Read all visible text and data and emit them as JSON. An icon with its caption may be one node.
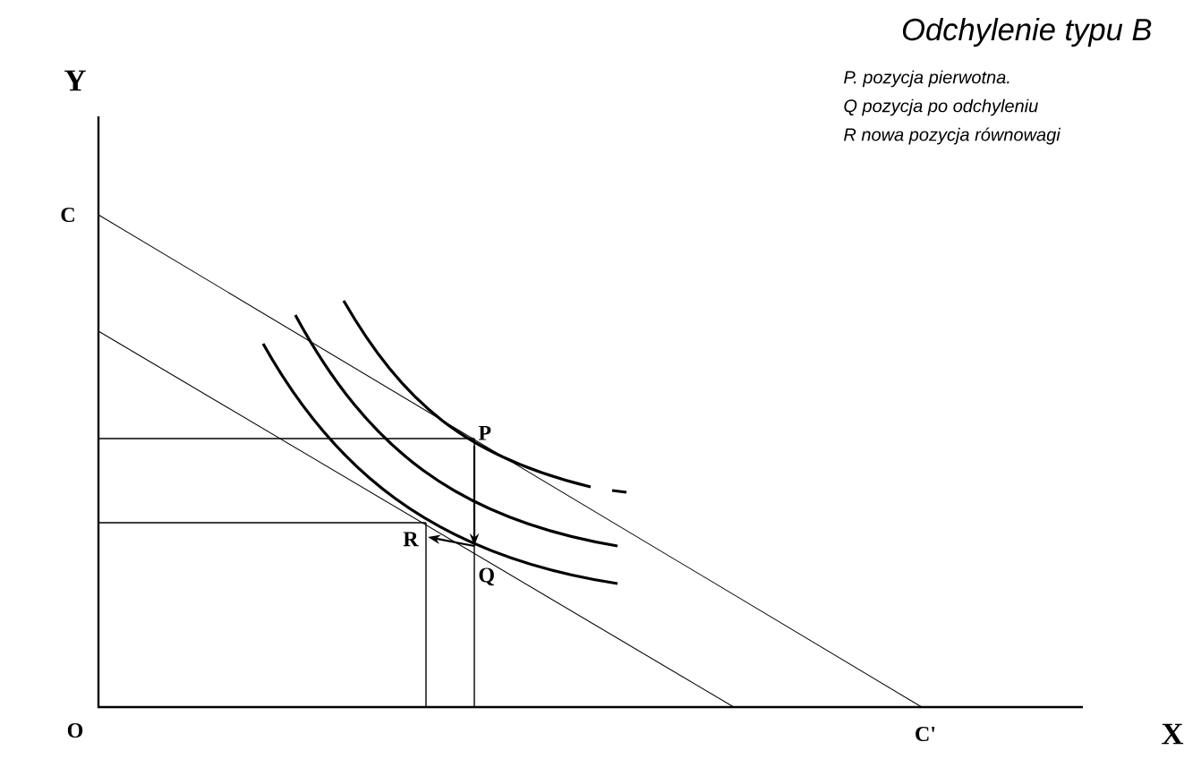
{
  "diagram": {
    "title": "Odchylenie typu B",
    "nodes": [
      {
        "text": [
          "P"
        ]
      },
      {
        "text": [
          "Q"
        ]
      },
      {
        "text": [
          "R"
        ]
      }
    ],
    "edges": [
      {
        "from": 0,
        "to": 1,
        "arrow": "to"
      },
      {
        "from": 1,
        "to": 2,
        "arrow": "to"
      }
    ],
    "labels": [
      "P. pozycja pierwotna.",
      "Q pozycja po odchyleniu",
      "R nowa pozycja równowagi",
      "Y",
      "C",
      "O",
      "C'",
      "X"
    ]
  }
}
